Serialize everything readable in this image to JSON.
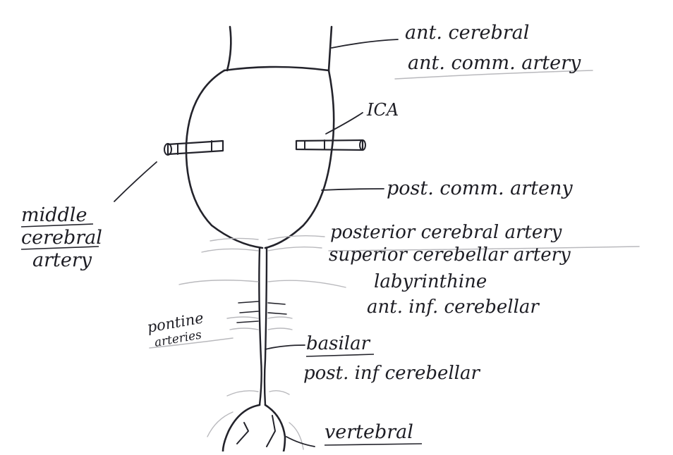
{
  "labels": {
    "ant_cerebral": "ant. cerebral",
    "ant_comm_artery": "ant. comm. artery",
    "ica": "ICA",
    "post_comm_artery": "post. comm. arteny",
    "middle_cerebral_line1": "middle",
    "middle_cerebral_line2": "cerebral",
    "middle_cerebral_line3": "artery",
    "posterior_cerebral_artery": "posterior cerebral artery",
    "superior_cerebellar_artery": "superior cerebellar artery",
    "labyrinthine": "labyrinthine",
    "ant_inf_cerebellar": "ant. inf. cerebellar",
    "pontine_arteries_line1": "pontine",
    "pontine_arteries_line2": "arteries",
    "basilar": "basilar",
    "post_inf_cerebellar": "post. inf cerebellar",
    "vertebral": "vertebral"
  },
  "ink_color": "#23232b",
  "faint_color": "#b9b9bd"
}
